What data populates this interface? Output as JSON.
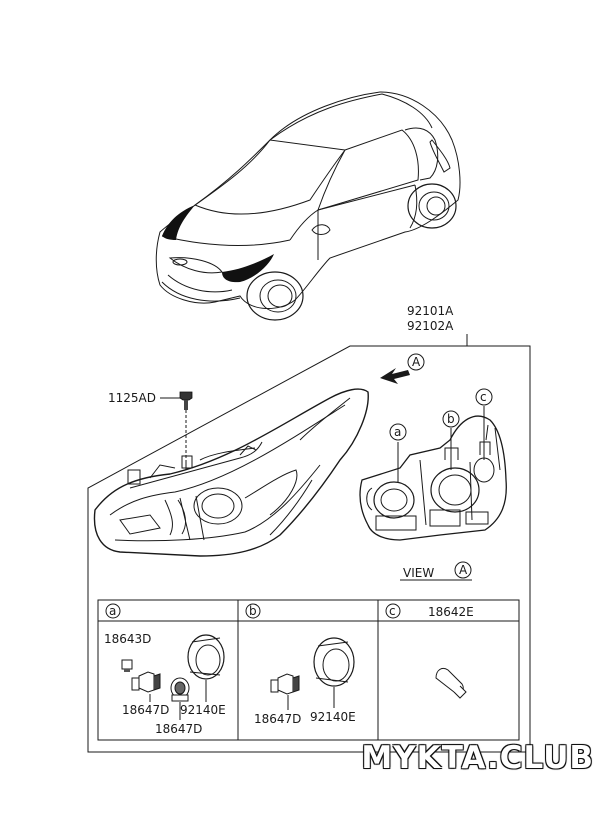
{
  "assembly": {
    "part_lh": "92101A",
    "part_rh": "92102A"
  },
  "bolt": {
    "part": "1125AD"
  },
  "view": {
    "marker": "A",
    "caption": "VIEW"
  },
  "callouts": {
    "a": "a",
    "b": "b",
    "c": "c"
  },
  "table": {
    "col_a": {
      "header": "a",
      "parts": [
        "18643D",
        "18647D",
        "92140E",
        "18647D"
      ]
    },
    "col_b": {
      "header": "b",
      "parts": [
        "18647D",
        "92140E"
      ]
    },
    "col_c": {
      "header": "c",
      "part": "18642E"
    }
  },
  "watermark": "MYKTA.CLUB",
  "colors": {
    "line": "#1a1a1a",
    "shade": "#555555",
    "dark": "#222222"
  }
}
